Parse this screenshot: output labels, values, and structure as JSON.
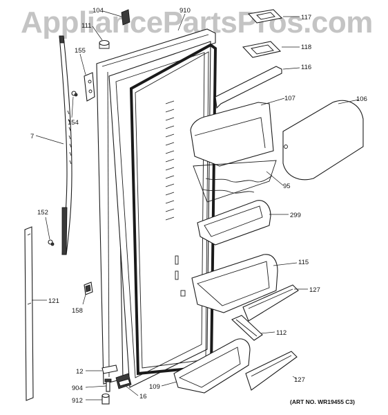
{
  "watermark": "AppliancePartsPros.com",
  "art_number": "(ART NO. WR19455 C3)",
  "callouts": {
    "c104": "104",
    "c910": "910",
    "c111": "111",
    "c117": "117",
    "c118": "118",
    "c116": "116",
    "c155": "155",
    "c154": "154",
    "c107": "107",
    "c106": "106",
    "c7": "7",
    "c95": "95",
    "c299": "299",
    "c152": "152",
    "c115": "115",
    "c127a": "127",
    "c121": "121",
    "c158": "158",
    "c112": "112",
    "c12": "12",
    "c904": "904",
    "c16": "16",
    "c109": "109",
    "c127b": "127",
    "c912": "912"
  }
}
